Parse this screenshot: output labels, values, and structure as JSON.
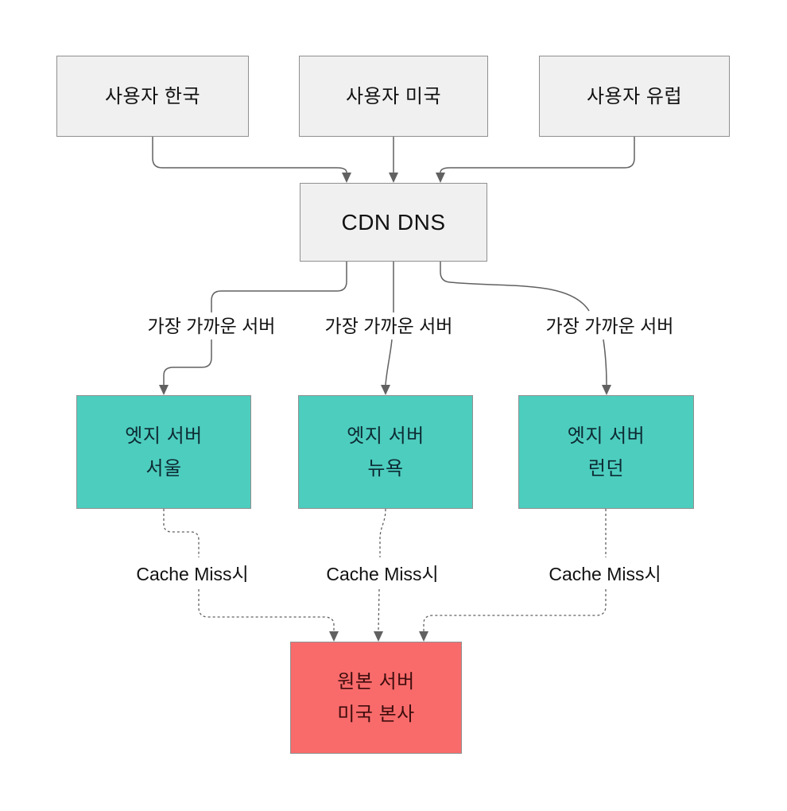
{
  "diagram": {
    "nodes": {
      "user_kr": {
        "label": "사용자 한국"
      },
      "user_us": {
        "label": "사용자 미국"
      },
      "user_eu": {
        "label": "사용자 유럽"
      },
      "cdn_dns": {
        "label": "CDN DNS"
      },
      "edge_seoul": {
        "line1": "엣지 서버",
        "line2": "서울"
      },
      "edge_ny": {
        "line1": "엣지 서버",
        "line2": "뉴욕"
      },
      "edge_london": {
        "line1": "엣지 서버",
        "line2": "런던"
      },
      "origin": {
        "line1": "원본 서버",
        "line2": "미국 본사"
      }
    },
    "edge_labels": {
      "nearest_1": "가장 가까운 서버",
      "nearest_2": "가장 가까운 서버",
      "nearest_3": "가장 가까운 서버",
      "cache_miss_1": "Cache Miss시",
      "cache_miss_2": "Cache Miss시",
      "cache_miss_3": "Cache Miss시"
    },
    "colors": {
      "node_default_fill": "#f0f0f0",
      "edge_server_fill": "#4dcdbe",
      "origin_fill": "#f96b6b",
      "node_border": "#909090",
      "connector": "#616161"
    }
  }
}
